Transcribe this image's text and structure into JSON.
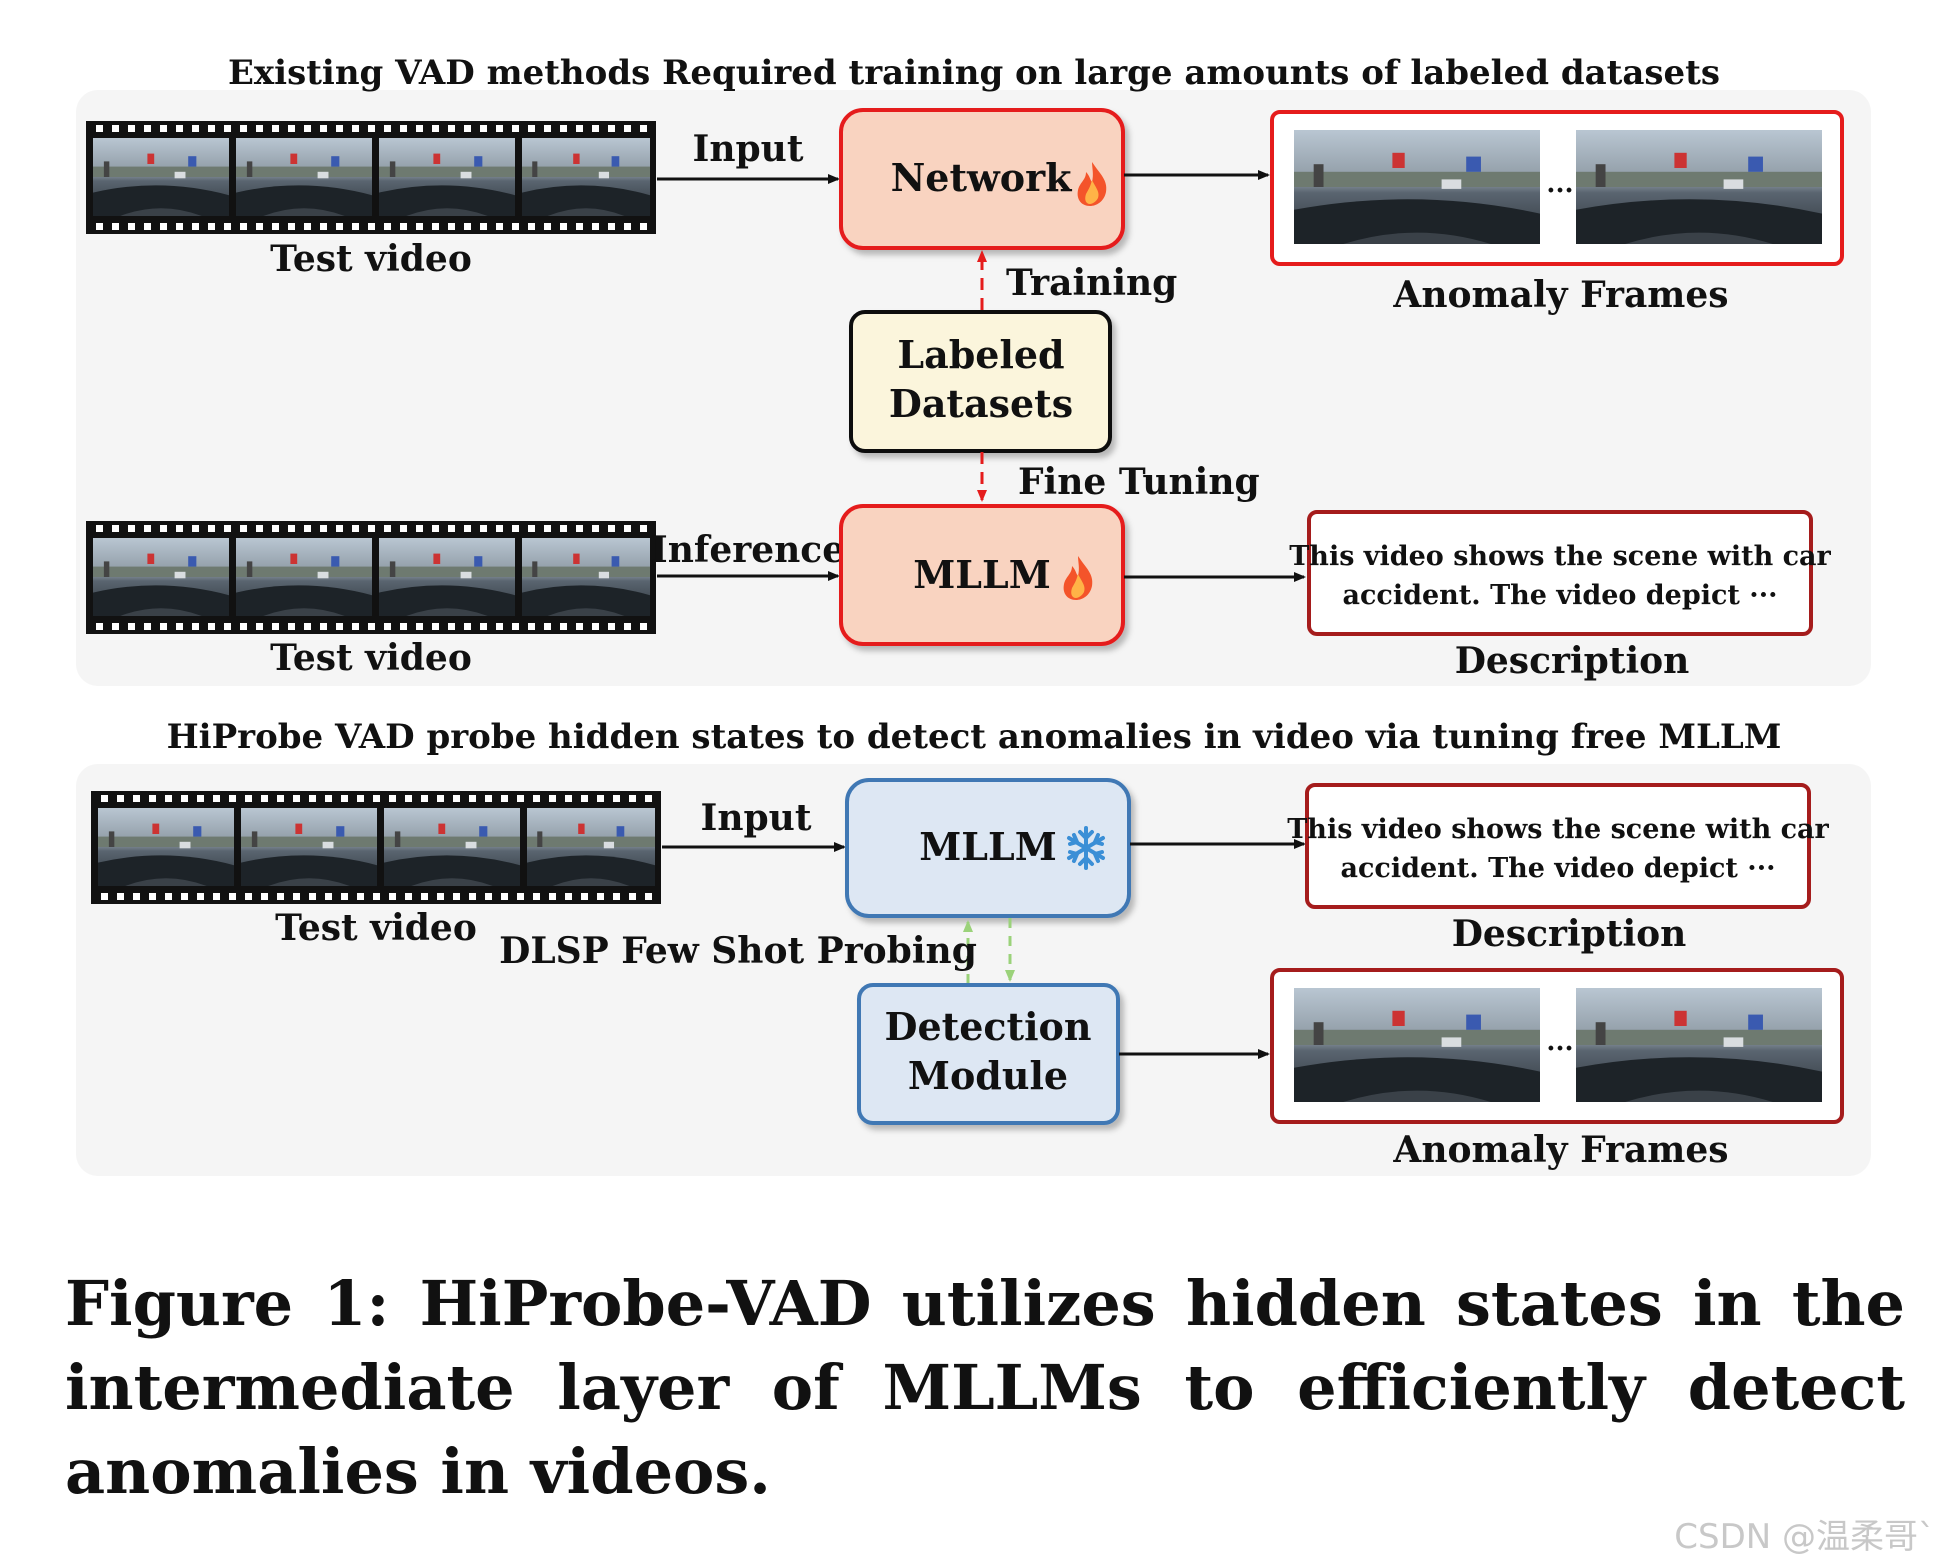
{
  "top_panel": {
    "title": "Existing VAD methods Required training on large amounts of labeled datasets",
    "row1": {
      "video_label": "Test video",
      "arrow_label": "Input",
      "box_label": "Network",
      "output_label": "Anomaly Frames",
      "ellipsis": "..."
    },
    "training_label": "Training",
    "datasets_line1": "Labeled",
    "datasets_line2": "Datasets",
    "fine_tuning_label": "Fine Tuning",
    "row2": {
      "video_label": "Test video",
      "arrow_label": "Inference",
      "box_label": "MLLM",
      "output_line1": "This video shows the scene with car",
      "output_line2": "accident. The video depict ···",
      "output_label": "Description"
    }
  },
  "bottom_panel": {
    "title": "HiProbe VAD probe hidden states to detect anomalies in video via tuning free MLLM",
    "video_label": "Test video",
    "arrow_label": "Input",
    "mllm_label": "MLLM",
    "probe_label": "DLSP Few Shot Probing",
    "module_line1": "Detection",
    "module_line2": "Module",
    "desc_line1": "This video shows the scene with car",
    "desc_line2": "accident. The video depict ···",
    "desc_label": "Description",
    "frames_label": "Anomaly Frames",
    "ellipsis": "..."
  },
  "icons": {
    "fire": "fire-icon",
    "snowflake": "snowflake-icon",
    "film": "film-strip-icon"
  },
  "colors": {
    "red_box_fill": "#f9d3c0",
    "red_border": "#e51c1c",
    "dark_red_border": "#a51c1c",
    "blue_fill": "#dde7f3",
    "blue_border": "#3f78b4",
    "cream_fill": "#fbf5dc",
    "green_arrow": "#9bd27a",
    "panel_bg": "#f5f5f5"
  },
  "caption": "Figure 1: HiProbe-VAD utilizes hidden states in the intermediate layer of MLLMs to efficiently detect anomalies in videos.",
  "watermark": "CSDN @温柔哥`"
}
